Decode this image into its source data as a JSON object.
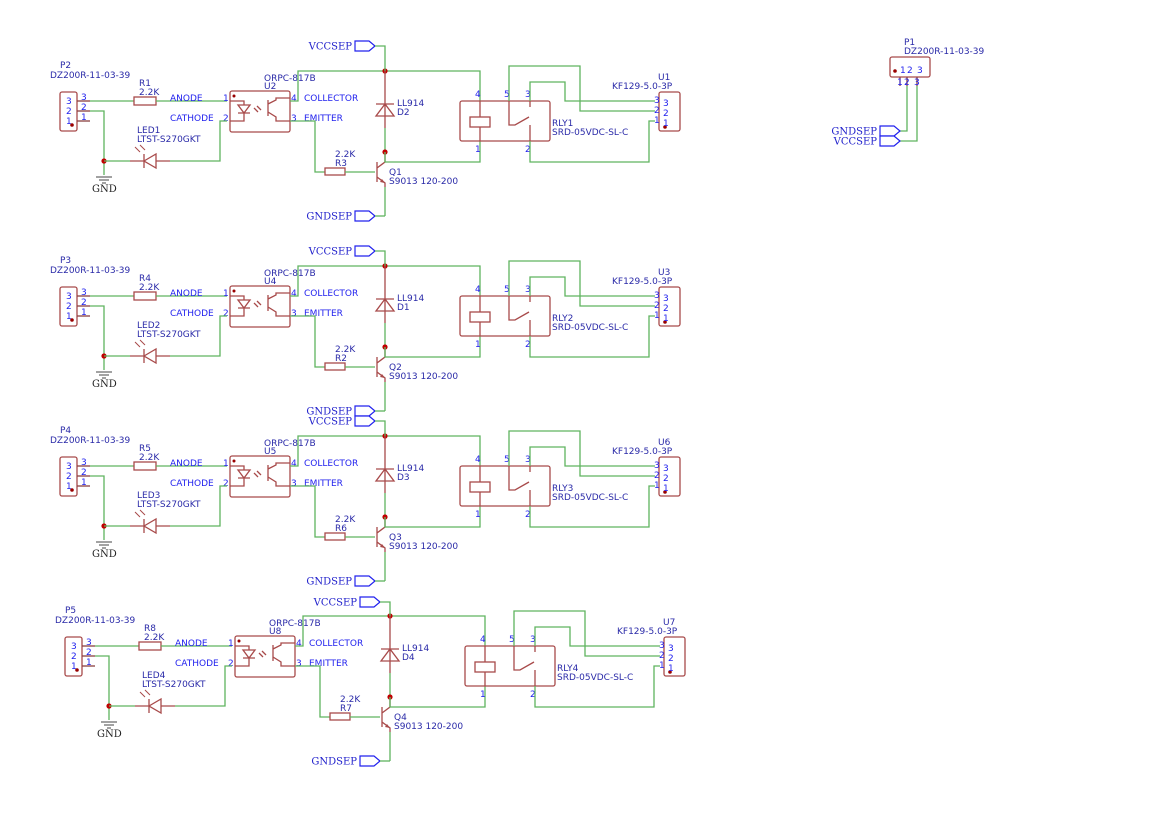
{
  "colors": {
    "wire": "#5fb35f",
    "component": "#a84a4a",
    "label": "#2a2aa8",
    "junction": "#c00000",
    "net_flag": "#2222ee"
  },
  "channels": [
    {
      "conn": "P2",
      "conn_part": "DZ200R-11-03-39",
      "r_in": "R1",
      "r_in_val": "2.2K",
      "led": "LED1",
      "led_part": "LTST-S270GKT",
      "opto": "U2",
      "opto_part": "ORPC-817B",
      "r_b": "R3",
      "r_b_val": "2.2K",
      "diode": "D2",
      "diode_part": "LL914",
      "q": "Q1",
      "q_part": "S9013 120-200",
      "relay": "RLY1",
      "relay_part": "SRD-05VDC-SL-C",
      "term": "U1",
      "term_part": "KF129-5.0-3P"
    },
    {
      "conn": "P3",
      "conn_part": "DZ200R-11-03-39",
      "r_in": "R4",
      "r_in_val": "2.2K",
      "led": "LED2",
      "led_part": "LTST-S270GKT",
      "opto": "U4",
      "opto_part": "ORPC-817B",
      "r_b": "R2",
      "r_b_val": "2.2K",
      "diode": "D1",
      "diode_part": "LL914",
      "q": "Q2",
      "q_part": "S9013 120-200",
      "relay": "RLY2",
      "relay_part": "SRD-05VDC-SL-C",
      "term": "U3",
      "term_part": "KF129-5.0-3P"
    },
    {
      "conn": "P4",
      "conn_part": "DZ200R-11-03-39",
      "r_in": "R5",
      "r_in_val": "2.2K",
      "led": "LED3",
      "led_part": "LTST-S270GKT",
      "opto": "U5",
      "opto_part": "ORPC-817B",
      "r_b": "R6",
      "r_b_val": "2.2K",
      "diode": "D3",
      "diode_part": "LL914",
      "q": "Q3",
      "q_part": "S9013 120-200",
      "relay": "RLY3",
      "relay_part": "SRD-05VDC-SL-C",
      "term": "U6",
      "term_part": "KF129-5.0-3P"
    },
    {
      "conn": "P5",
      "conn_part": "DZ200R-11-03-39",
      "r_in": "R8",
      "r_in_val": "2.2K",
      "led": "LED4",
      "led_part": "LTST-S270GKT",
      "opto": "U8",
      "opto_part": "ORPC-817B",
      "r_b": "R7",
      "r_b_val": "2.2K",
      "diode": "D4",
      "diode_part": "LL914",
      "q": "Q4",
      "q_part": "S9013 120-200",
      "relay": "RLY4",
      "relay_part": "SRD-05VDC-SL-C",
      "term": "U7",
      "term_part": "KF129-5.0-3P"
    }
  ],
  "pin_names": {
    "anode": "ANODE",
    "cathode": "CATHODE",
    "collector": "COLLECTOR",
    "emitter": "EMITTER"
  },
  "pin_numbers": {
    "one": "1",
    "two": "2",
    "three": "3",
    "four": "4",
    "five": "5"
  },
  "nets": {
    "vcc": "VCCSEP",
    "gndsep": "GNDSEP",
    "gnd": "GND"
  },
  "power_connector": {
    "ref": "P1",
    "part": "DZ200R-11-03-39"
  }
}
